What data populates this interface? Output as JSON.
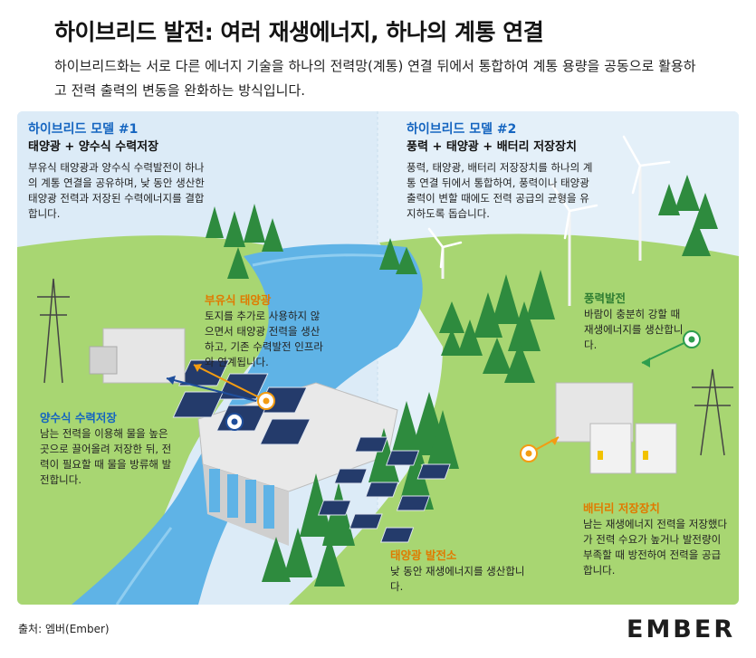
{
  "header": {
    "title": "하이브리드 발전: 여러 재생에너지, 하나의 계통 연결",
    "subtitle": "하이브리드화는 서로 다른 에너지 기술을 하나의 전력망(계통) 연결 뒤에서 통합하여 계통 용량을 공동으로 활용하고 전력 출력의 변동을 완화하는 방식입니다."
  },
  "model1": {
    "heading": "하이브리드 모델 #1",
    "subheading": "태양광 + 양수식 수력저장",
    "desc": "부유식 태양광과 양수식 수력발전이 하나의 계통 연결을 공유하며, 낮 동안 생산한 태양광 전력과 저장된 수력에너지를 결합합니다."
  },
  "model2": {
    "heading": "하이브리드 모델 #2",
    "subheading": "풍력 + 태양광 + 배터리 저장장치",
    "desc": "풍력, 태양광, 배터리 저장장치를 하나의 계통 연결 뒤에서 통합하여, 풍력이나 태양광 출력이 변할 때에도 전력 공급의 균형을 유지하도록 돕습니다."
  },
  "labels": {
    "floating_solar": {
      "title": "부유식 태양광",
      "desc": "토지를 추가로 사용하지 않으면서 태양광 전력을 생산하고, 기존 수력발전 인프라와 연계됩니다."
    },
    "pumped_hydro": {
      "title": "양수식 수력저장",
      "desc": "남는 전력을 이용해 물을 높은 곳으로 끌어올려 저장한 뒤, 전력이 필요할 때 물을 방류해 발전합니다."
    },
    "wind": {
      "title": "풍력발전",
      "desc": "바람이 충분히 강할 때 재생에너지를 생산합니다."
    },
    "battery": {
      "title": "배터리 저장장치",
      "desc": "남는 재생에너지 전력을 저장했다가 전력 수요가 높거나 발전량이 부족할 때 방전하여 전력을 공급합니다."
    },
    "solar_farm": {
      "title": "태양광 발전소",
      "desc": "낮 동안 재생에너지를 생산합니다."
    }
  },
  "footer": {
    "source": "출처: 엠버(Ember)",
    "logo": "EMBER"
  },
  "colors": {
    "accent_blue": "#1565c0",
    "orange": "#f39c12",
    "green": "#2e9e4e",
    "water": "#5fb3e6",
    "grass": "#a8d672",
    "logo_bar": "#3bd17a"
  }
}
